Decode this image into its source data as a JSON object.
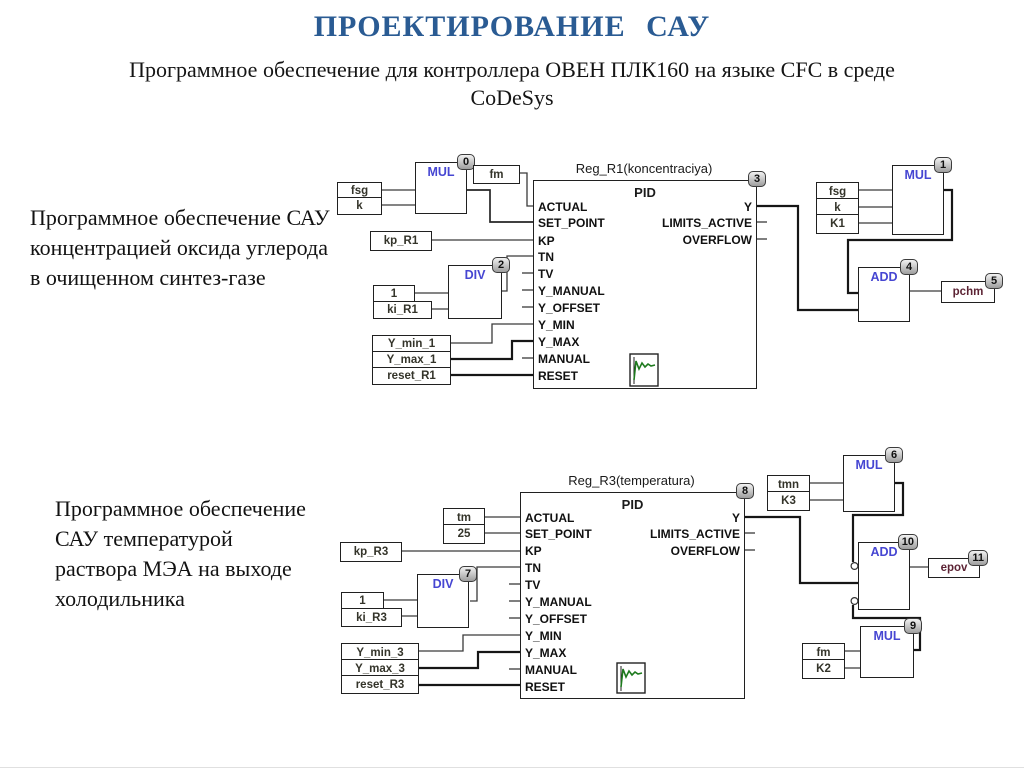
{
  "header": {
    "title": "ПРОЕКТИРОВАНИЕ САУ",
    "subtitle": "Программное обеспечение для контроллера  ОВЕН ПЛК160  на языке CFC в среде CoDeSys"
  },
  "captions": {
    "concentration": "Программное обеспечение САУ концентрацией оксида углерода в очищенном синтез-газе",
    "temperature": "Программное обеспечение САУ температурой раствора МЭА на выходе холодильника"
  },
  "colors": {
    "title_blue": "#2a5b93",
    "block_label_blue": "#4646d2",
    "output_var_maroon": "#5c2334",
    "trend_green": "#1e7a1e"
  },
  "pid_ports": {
    "label": "PID",
    "inputs": [
      "ACTUAL",
      "SET_POINT",
      "KP",
      "TN",
      "TV",
      "Y_MANUAL",
      "Y_OFFSET",
      "Y_MIN",
      "Y_MAX",
      "MANUAL",
      "RESET"
    ],
    "outputs": [
      "Y",
      "LIMITS_ACTIVE",
      "OVERFLOW"
    ]
  },
  "d1": {
    "title": "Reg_R1(koncentraciya)",
    "pid_badge": "3",
    "blocks": {
      "mul0": {
        "label": "MUL",
        "badge": "0"
      },
      "div": {
        "label": "DIV",
        "badge": "2"
      },
      "mul1": {
        "label": "MUL",
        "badge": "1"
      },
      "add": {
        "label": "ADD",
        "badge": "4"
      }
    },
    "vars": {
      "fsg": "fsg",
      "k": "k",
      "fm": "fm",
      "kp": "kp_R1",
      "one": "1",
      "ki": "ki_R1",
      "ymin": "Y_min_1",
      "ymax": "Y_max_1",
      "reset": "reset_R1",
      "fsg2": "fsg",
      "k2": "k",
      "k1": "K1"
    },
    "output": {
      "name": "pchm",
      "badge": "5"
    }
  },
  "d2": {
    "title": "Reg_R3(temperatura)",
    "pid_badge": "8",
    "blocks": {
      "mul6": {
        "label": "MUL",
        "badge": "6"
      },
      "div": {
        "label": "DIV",
        "badge": "7"
      },
      "add": {
        "label": "ADD",
        "badge": "10"
      },
      "mul9": {
        "label": "MUL",
        "badge": "9"
      }
    },
    "vars": {
      "tm": "tm",
      "sp": "25",
      "kp": "kp_R3",
      "one": "1",
      "ki": "ki_R3",
      "ymin": "Y_min_3",
      "ymax": "Y_max_3",
      "reset": "reset_R3",
      "tmn": "tmn",
      "k3": "K3",
      "fm": "fm",
      "k2": "K2"
    },
    "output": {
      "name": "epov",
      "badge": "11"
    }
  }
}
